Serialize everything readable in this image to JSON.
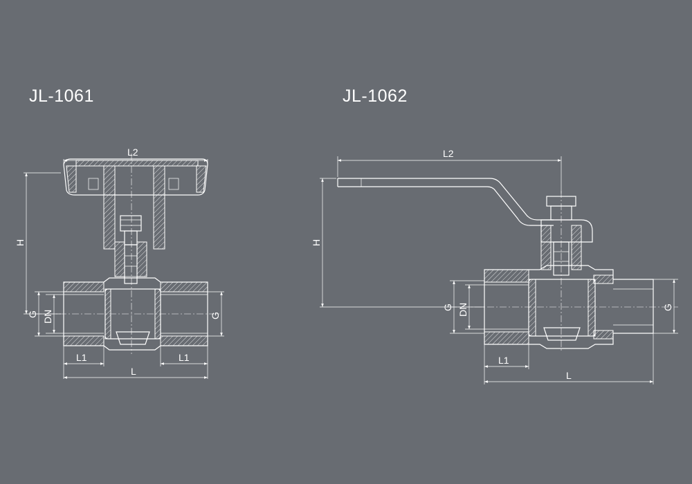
{
  "models": [
    {
      "name": "JL-1061",
      "labels": {
        "l2": "L2",
        "h": "H",
        "g_left": "G",
        "dn": "DN",
        "g_right": "G",
        "l1_left": "L1",
        "l1_right": "L1",
        "l": "L"
      }
    },
    {
      "name": "JL-1062",
      "labels": {
        "l2": "L2",
        "h": "H",
        "g_left": "G",
        "dn": "DN",
        "g_right": "G",
        "l1": "L1",
        "l": "L"
      }
    }
  ],
  "colors": {
    "background": "#686c72",
    "line": "#ffffff"
  }
}
